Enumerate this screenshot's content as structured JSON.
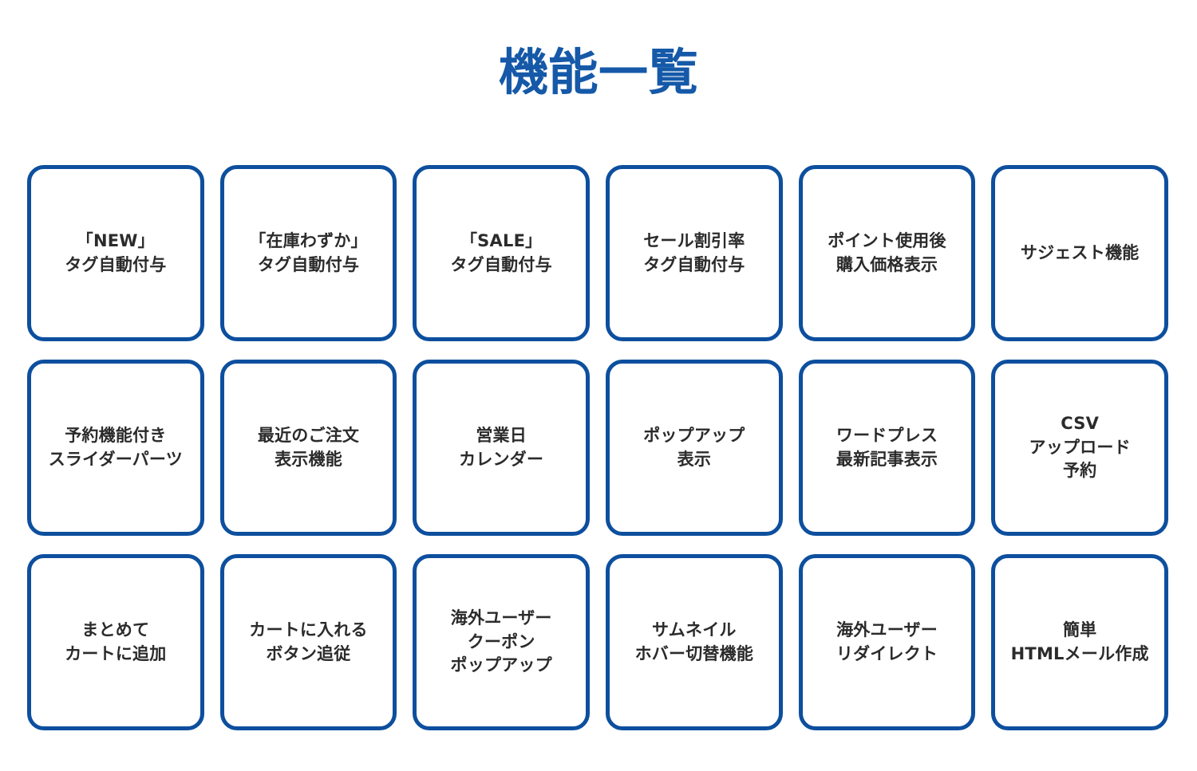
{
  "header": {
    "title": "機能一覧",
    "title_color": "#1559a8"
  },
  "theme": {
    "background": "#ffffff",
    "card_border": "#0d4f9e",
    "card_background": "#ffffff",
    "card_text": "#2b2b2b",
    "accent": "#1559a8"
  },
  "grid": {
    "columns": 6,
    "rows": 3,
    "total_cards": 18
  },
  "cards": [
    {
      "label": "「NEW」\nタグ自動付与"
    },
    {
      "label": "「在庫わずか」\nタグ自動付与"
    },
    {
      "label": "「SALE」\nタグ自動付与"
    },
    {
      "label": "セール割引率\nタグ自動付与"
    },
    {
      "label": "ポイント使用後\n購入価格表示"
    },
    {
      "label": "サジェスト機能"
    },
    {
      "label": "予約機能付き\nスライダーパーツ"
    },
    {
      "label": "最近のご注文\n表示機能"
    },
    {
      "label": "営業日\nカレンダー"
    },
    {
      "label": "ポップアップ\n表示"
    },
    {
      "label": "ワードプレス\n最新記事表示"
    },
    {
      "label": "CSV\nアップロード\n予約"
    },
    {
      "label": "まとめて\nカートに追加"
    },
    {
      "label": "カートに入れる\nボタン追従"
    },
    {
      "label": "海外ユーザー\nクーポン\nポップアップ"
    },
    {
      "label": "サムネイル\nホバー切替機能"
    },
    {
      "label": "海外ユーザー\nリダイレクト"
    },
    {
      "label": "簡単\nHTMLメール作成"
    }
  ]
}
